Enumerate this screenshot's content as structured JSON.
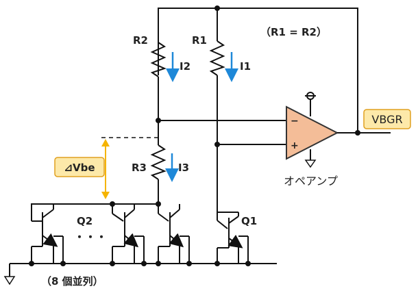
{
  "labels": {
    "r2": "R2",
    "r1": "R1",
    "r3": "R3",
    "i2": "I2",
    "i1": "I1",
    "i3": "I3",
    "equal_note": "（R1 = R2）",
    "q1": "Q1",
    "q2": "Q2",
    "dots": "・・・",
    "parallel_note": "（8 個並列）",
    "opamp": "オペアンプ",
    "vbgr": "VBGR",
    "delta_vbe": "⊿Vbe",
    "minus": "−",
    "plus": "+"
  },
  "colors": {
    "wire": "#111111",
    "opamp_fill": "#f4bd98",
    "opamp_stroke": "#333333",
    "current_arrow": "#1e88d8",
    "delta_arrow": "#f5b400",
    "label_box_fill": "#fde9a9",
    "label_box_stroke": "#e0a020"
  }
}
